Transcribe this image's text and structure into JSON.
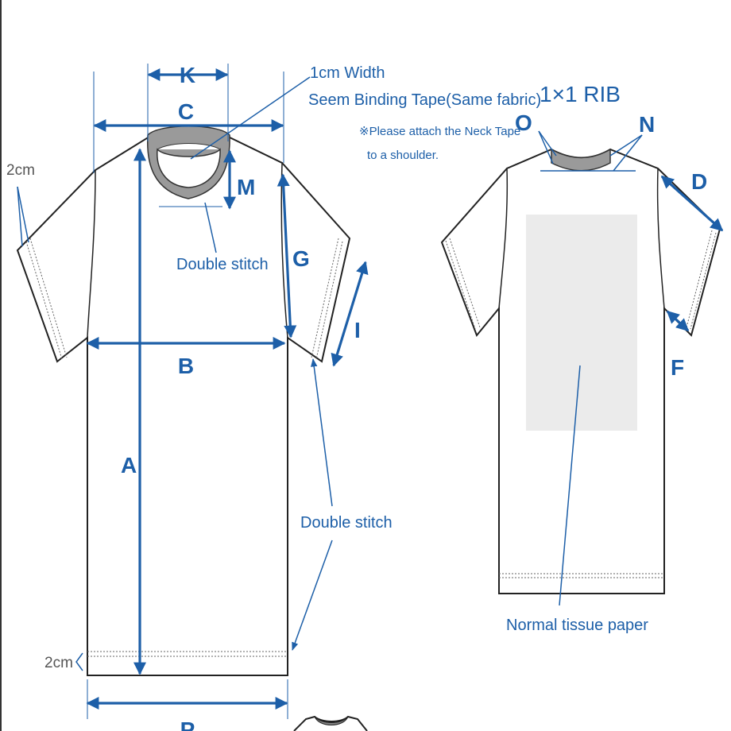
{
  "colors": {
    "accent": "#1d5fa8",
    "outline": "#222222",
    "paper": "#ebebeb"
  },
  "labels": {
    "A": "A",
    "B": "B",
    "C": "C",
    "D": "D",
    "F": "F",
    "G": "G",
    "I": "I",
    "K": "K",
    "M": "M",
    "N": "N",
    "O": "O",
    "P": "P"
  },
  "notes": {
    "binding_1": "1cm Width",
    "binding_2": "Seem Binding Tape(Same fabric)",
    "attach_1": "※Please attach the Neck Tape",
    "attach_2": "to a shoulder.",
    "rib": "1×1 RIB",
    "double_stitch_neck": "Double stitch",
    "double_stitch_hem": "Double stitch",
    "sleeve_hem": "2cm",
    "body_hem": "2cm",
    "tissue": "Normal tissue paper"
  }
}
